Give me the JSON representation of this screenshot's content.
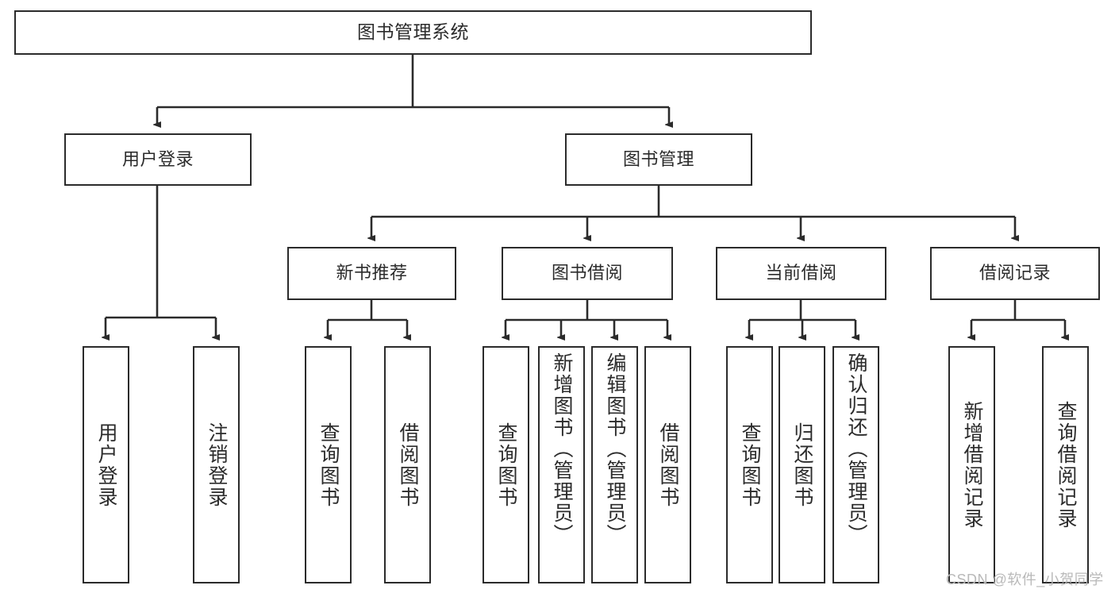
{
  "diagram": {
    "title": "图书管理系统",
    "type": "tree-hierarchy-diagram",
    "colors": {
      "box_border": "#2b2b2b",
      "box_fill": "#ffffff",
      "edge": "#2b2b2b",
      "background": "#ffffff",
      "watermark": "#b9b9b9"
    },
    "root": {
      "label": "图书管理系统"
    },
    "level2": [
      {
        "label": "用户登录"
      },
      {
        "label": "图书管理"
      }
    ],
    "level3": [
      {
        "label": "新书推荐"
      },
      {
        "label": "图书借阅"
      },
      {
        "label": "当前借阅"
      },
      {
        "label": "借阅记录"
      }
    ],
    "leaves": {
      "user_login": [
        {
          "label": "用户登录"
        },
        {
          "label": "注销登录"
        }
      ],
      "new_book_recommend": [
        {
          "label": "查询图书"
        },
        {
          "label": "借阅图书"
        }
      ],
      "book_borrow": [
        {
          "label": "查询图书"
        },
        {
          "label": "新增图书（管理员）"
        },
        {
          "label": "编辑图书（管理员）"
        },
        {
          "label": "借阅图书"
        }
      ],
      "current_borrow": [
        {
          "label": "查询图书"
        },
        {
          "label": "归还图书"
        },
        {
          "label": "确认归还（管理员）"
        }
      ],
      "borrow_record": [
        {
          "label": "新增借阅记录"
        },
        {
          "label": "查询借阅记录"
        }
      ]
    }
  },
  "watermark": {
    "text": "CSDN @软件_小贺同学"
  }
}
